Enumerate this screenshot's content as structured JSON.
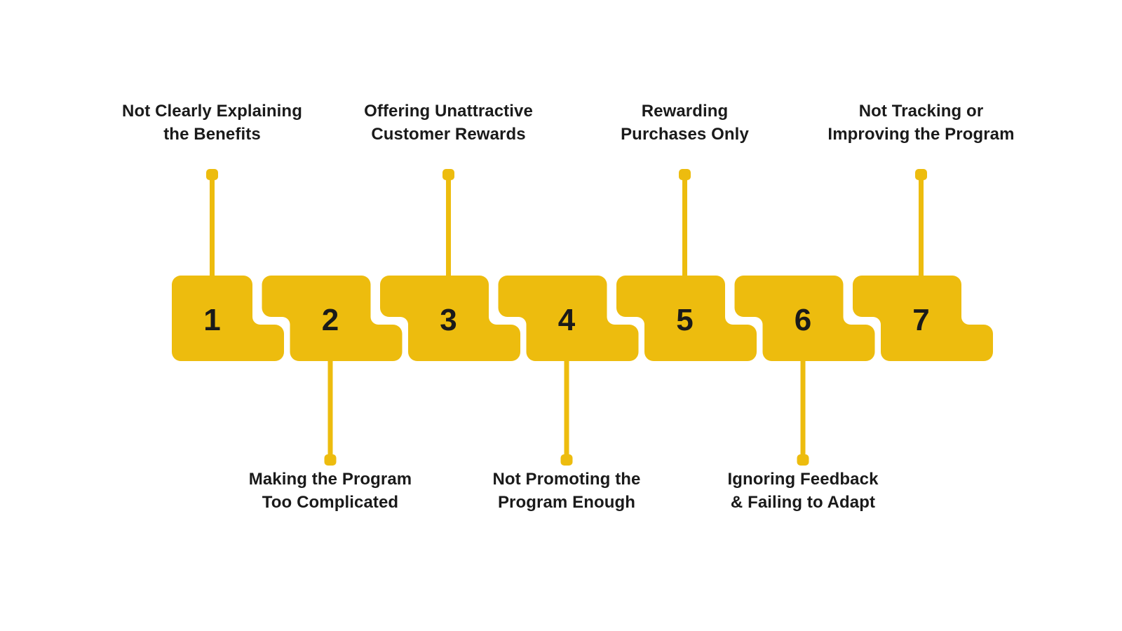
{
  "diagram": {
    "background_color": "#ffffff",
    "accent_color": "#EDBC0E",
    "text_color": "#1a1a1a",
    "items": [
      {
        "number": "1",
        "label_lines": [
          "Not Clearly Explaining",
          "the Benefits"
        ],
        "label_position": "top"
      },
      {
        "number": "2",
        "label_lines": [
          "Making the Program",
          "Too Complicated"
        ],
        "label_position": "bottom"
      },
      {
        "number": "3",
        "label_lines": [
          "Offering Unattractive",
          "Customer Rewards"
        ],
        "label_position": "top"
      },
      {
        "number": "4",
        "label_lines": [
          "Not Promoting the",
          "Program Enough"
        ],
        "label_position": "bottom"
      },
      {
        "number": "5",
        "label_lines": [
          "Rewarding",
          "Purchases Only"
        ],
        "label_position": "top"
      },
      {
        "number": "6",
        "label_lines": [
          "Ignoring Feedback",
          "& Failing to Adapt"
        ],
        "label_position": "bottom"
      },
      {
        "number": "7",
        "label_lines": [
          "Not Tracking or",
          "Improving the Program"
        ],
        "label_position": "top"
      }
    ]
  }
}
